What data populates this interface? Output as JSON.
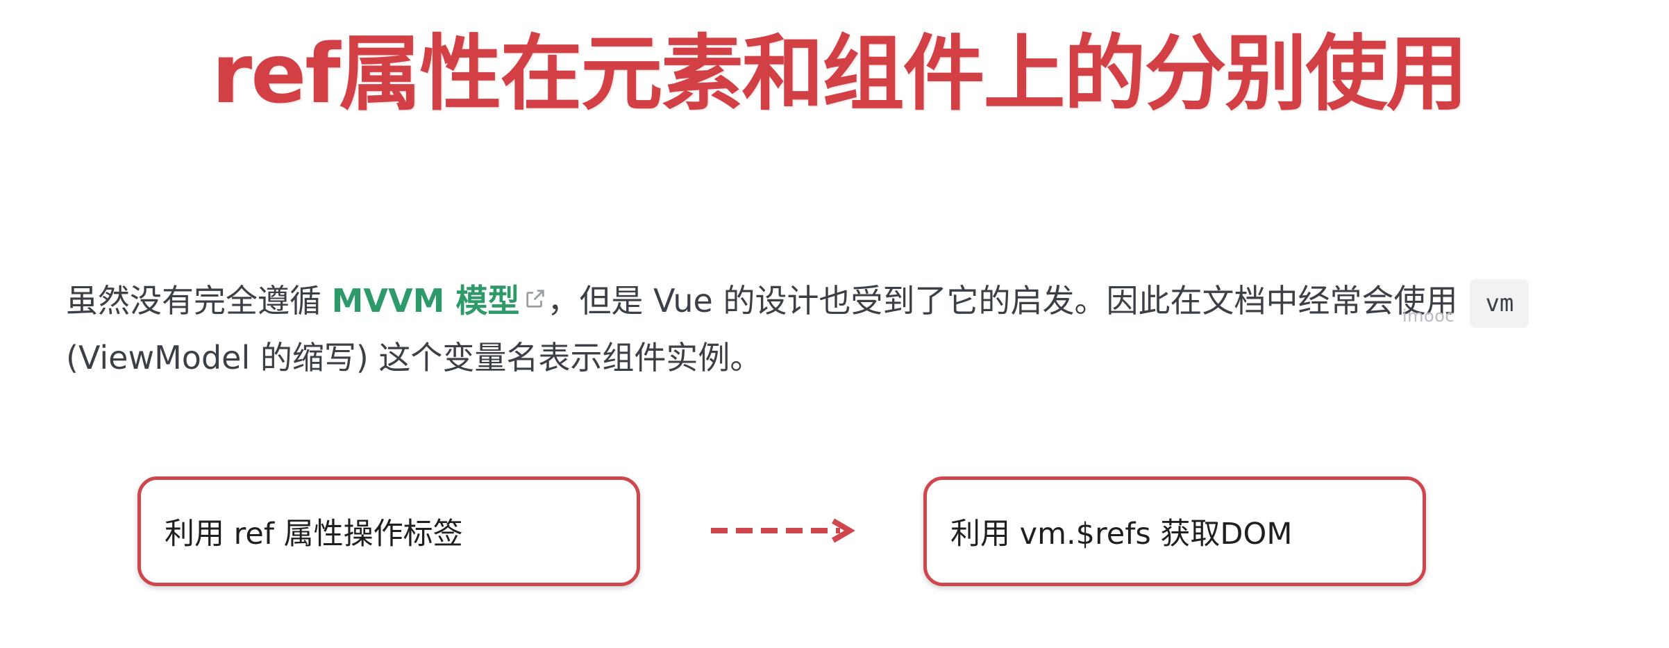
{
  "slide": {
    "title": "ref属性在元素和组件上的分别使用",
    "watermark": "imooc"
  },
  "doc": {
    "line1_prefix": "虽然没有完全遵循 ",
    "link_text": "MVVM 模型",
    "line1_suffix": "，但是 Vue 的设计也受到了它的启发。因此在文档中经常会使用",
    "code_chip": "vm",
    "line2": "(ViewModel 的缩写) 这个变量名表示组件实例。"
  },
  "flow": {
    "left_box_text": "利用 ref 属性操作标签",
    "right_box_text": "利用 vm.$refs 获取DOM"
  },
  "colors": {
    "title": "#d23f45",
    "link": "#2f9a69",
    "box_border": "#cf464d",
    "arrow": "#cf464d",
    "body_text": "#3b3f46"
  }
}
